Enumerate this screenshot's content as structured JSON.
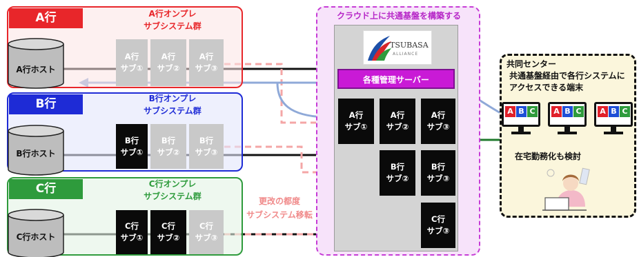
{
  "colors": {
    "bank_a": "#e8262a",
    "bank_b": "#1e2bd6",
    "bank_c": "#2e9b3c",
    "cloud_border": "#c63bd6",
    "migration_arrow": "#f4a6a6",
    "access_line": "#8fa9d8",
    "center_bg": "#fbf6dc"
  },
  "banks": [
    {
      "id": "a",
      "tag": "A行",
      "onprem_line1": "A行オンプレ",
      "onprem_line2": "サブシステム群",
      "host": "A行ホスト",
      "subs": [
        {
          "label1": "A行",
          "label2": "サブ①",
          "state": "migrated"
        },
        {
          "label1": "A行",
          "label2": "サブ②",
          "state": "migrated"
        },
        {
          "label1": "A行",
          "label2": "サブ③",
          "state": "migrated"
        }
      ]
    },
    {
      "id": "b",
      "tag": "B行",
      "onprem_line1": "B行オンプレ",
      "onprem_line2": "サブシステム群",
      "host": "B行ホスト",
      "subs": [
        {
          "label1": "B行",
          "label2": "サブ①",
          "state": "onprem"
        },
        {
          "label1": "B行",
          "label2": "サブ②",
          "state": "migrated"
        },
        {
          "label1": "B行",
          "label2": "サブ③",
          "state": "migrated"
        }
      ]
    },
    {
      "id": "c",
      "tag": "C行",
      "onprem_line1": "C行オンプレ",
      "onprem_line2": "サブシステム群",
      "host": "C行ホスト",
      "subs": [
        {
          "label1": "C行",
          "label2": "サブ①",
          "state": "onprem"
        },
        {
          "label1": "C行",
          "label2": "サブ②",
          "state": "onprem"
        },
        {
          "label1": "C行",
          "label2": "サブ③",
          "state": "migrated"
        }
      ]
    }
  ],
  "cloud": {
    "title": "クラウド上に共通基盤を構築する",
    "logo_text": "TSUBASA",
    "logo_sub": "ALLIANCE",
    "management": "各種管理サーバー",
    "subs": [
      {
        "label1": "A行",
        "label2": "サブ①"
      },
      {
        "label1": "A行",
        "label2": "サブ②"
      },
      {
        "label1": "A行",
        "label2": "サブ③"
      },
      {
        "label1": "B行",
        "label2": "サブ②"
      },
      {
        "label1": "B行",
        "label2": "サブ③"
      },
      {
        "label1": "C行",
        "label2": "サブ③"
      }
    ]
  },
  "migration_note": {
    "line1": "更改の都度",
    "line2": "サブシステム移転"
  },
  "center": {
    "title": "共同センター",
    "desc1": "共通基盤経由で各行システムに",
    "desc2": "アクセスできる端末",
    "terminal_letters": [
      "A",
      "B",
      "C"
    ],
    "remote": "在宅勤務化も検討"
  }
}
